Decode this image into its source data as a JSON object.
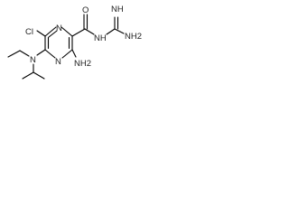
{
  "structure": {
    "labels": {
      "cl": "Cl",
      "n_ring_top": "N",
      "n_ring_bottom": "N",
      "n_amine": "N",
      "nh2_ring": "NH2",
      "o": "O",
      "nh": "NH",
      "nh_imine": "NH",
      "nh2_terminal": "NH2"
    },
    "bond_color": "#000000",
    "label_color": "#1f1f1f"
  }
}
